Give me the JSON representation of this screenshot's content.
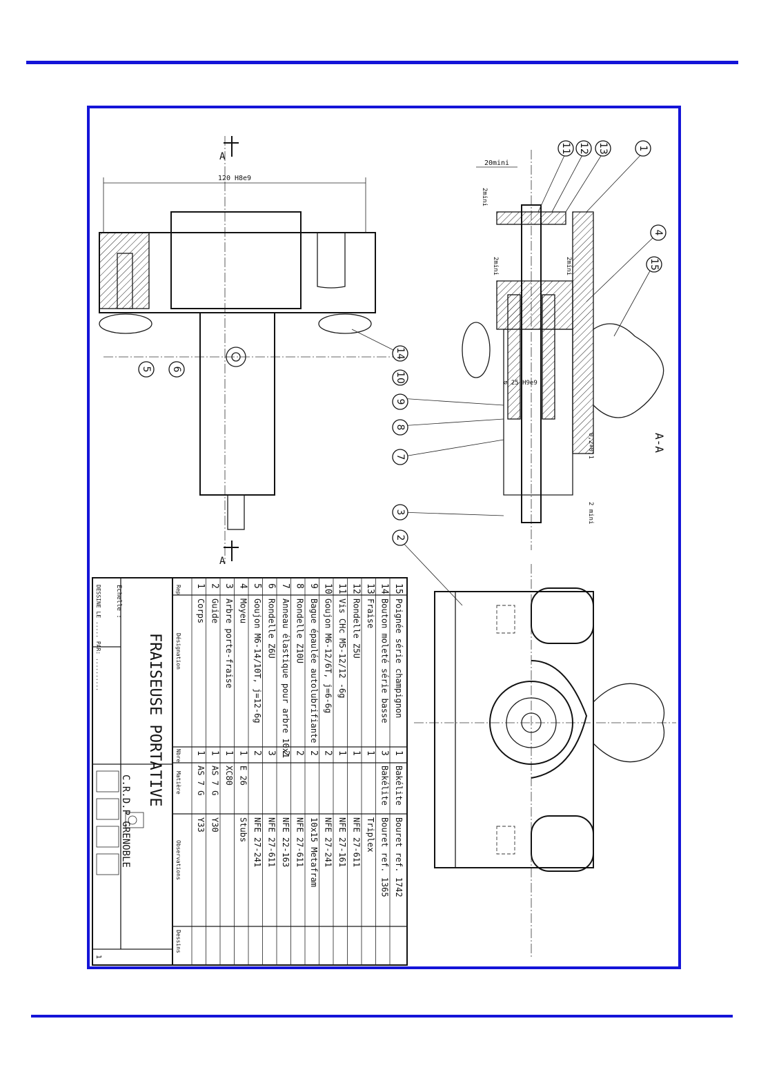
{
  "title_block": {
    "title": "FRAISEUSE   PORTATIVE",
    "school": "C.R.D.P GRENOBLE",
    "echelle_label": "Echelle :",
    "dessine_label": "DESSINE LE ..... PAR: ..........",
    "sheet_number": "1",
    "headers": {
      "rep": "Rep",
      "designation": "Désignation",
      "nbre": "Nbre",
      "matiere": "Matière",
      "observations": "Observations",
      "dessins": "Dessins"
    }
  },
  "parts": [
    {
      "rep": "15",
      "designation": "Poignée série champignon",
      "nbre": "1",
      "matiere": "Bakélite",
      "observations": "Bouret ref. 1742"
    },
    {
      "rep": "14",
      "designation": "Bouton moleté série basse",
      "nbre": "3",
      "matiere": "Bakélite",
      "observations": "Bouret ref. 1365"
    },
    {
      "rep": "13",
      "designation": "Fraise",
      "nbre": "1",
      "matiere": "",
      "observations": "Triplex"
    },
    {
      "rep": "12",
      "designation": "Rondelle  Z5U",
      "nbre": "1",
      "matiere": "",
      "observations": "NFE 27-611"
    },
    {
      "rep": "11",
      "designation": "Vis CHc M5-12/12 -6g",
      "nbre": "1",
      "matiere": "",
      "observations": "NFE 27-161"
    },
    {
      "rep": "10",
      "designation": "Goujon M6-12/6T, j=6-6g",
      "nbre": "2",
      "matiere": "",
      "observations": "NFE 27-241"
    },
    {
      "rep": "9",
      "designation": "Bague épaulée autolubrifiante",
      "nbre": "2",
      "matiere": "",
      "observations": "10x15 Metafram"
    },
    {
      "rep": "8",
      "designation": "Rondelle  Z10U",
      "nbre": "2",
      "matiere": "",
      "observations": "NFE 27-611"
    },
    {
      "rep": "7",
      "designation": "Anneau élastique pour arbre 10x1",
      "nbre": "2",
      "matiere": "",
      "observations": "NFE 22-163"
    },
    {
      "rep": "6",
      "designation": "Rondelle  Z6U",
      "nbre": "3",
      "matiere": "",
      "observations": "NFE 27-611"
    },
    {
      "rep": "5",
      "designation": "Goujon M6-14/10T, j=12-6g",
      "nbre": "2",
      "matiere": "",
      "observations": "NFE 27-241"
    },
    {
      "rep": "4",
      "designation": "Moyeu",
      "nbre": "1",
      "matiere": "E 26",
      "observations": "Stubs"
    },
    {
      "rep": "3",
      "designation": "Arbre porte-fraise",
      "nbre": "1",
      "matiere": "XC80",
      "observations": ""
    },
    {
      "rep": "2",
      "designation": "Guide",
      "nbre": "1",
      "matiere": "AS 7 G",
      "observations": "Y30"
    },
    {
      "rep": "1",
      "designation": "Corps",
      "nbre": "1",
      "matiere": "AS 7 G",
      "observations": "Y33"
    }
  ],
  "views": {
    "section_marker": "A",
    "section_view_label": "A-A"
  },
  "dimensions": {
    "width_fit": "120 H8e9",
    "bore_fit": "⌀ 25 H9e9",
    "min_20": "20mini",
    "min_2a": "2mini",
    "min_2b": "2mini",
    "min_2c": "2mini",
    "min_2d": "2 mini",
    "clearance": "0,2+0,1"
  },
  "callouts": [
    "1",
    "2",
    "3",
    "4",
    "5",
    "6",
    "7",
    "8",
    "9",
    "10",
    "11",
    "12",
    "13",
    "14",
    "15"
  ]
}
